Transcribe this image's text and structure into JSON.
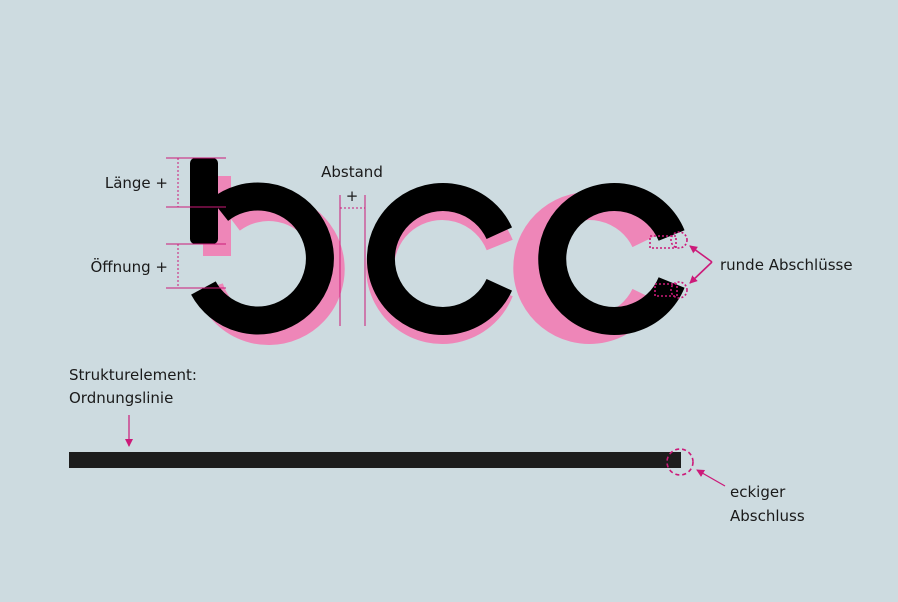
{
  "labels": {
    "laenge": "Länge +",
    "oeffnung": "Öffnung +",
    "abstand": "Abstand",
    "abstand_plus": "+",
    "runde": "runde Abschlüsse",
    "struktur_line1": "Strukturelement:",
    "struktur_line2": "Ordnungslinie",
    "eckig_line1": "eckiger",
    "eckig_line2": "Abschluss"
  },
  "colors": {
    "background": "#cddbe0",
    "glyph": "#000000",
    "overlay": "#ee86b8",
    "accent": "#cc1a79",
    "bar": "#1d1d1d"
  }
}
